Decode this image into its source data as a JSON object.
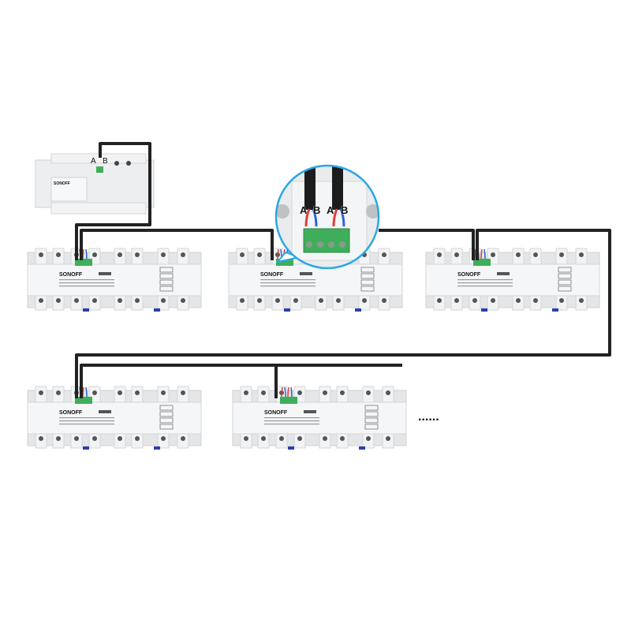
{
  "brand": "SONOFF",
  "gateway": {
    "terminal_labels": [
      "A",
      "B"
    ]
  },
  "callout": {
    "terminal_labels": [
      "A",
      "B",
      "A",
      "B"
    ],
    "border_color": "#2aa7e6"
  },
  "modules_row1": 3,
  "modules_row2": 2,
  "continuation": "......",
  "colors": {
    "cable": "#222222",
    "wire_a": "#e23a3a",
    "wire_b": "#2b62d6",
    "terminal": "#3fae5a",
    "housing": "#eceef0"
  }
}
